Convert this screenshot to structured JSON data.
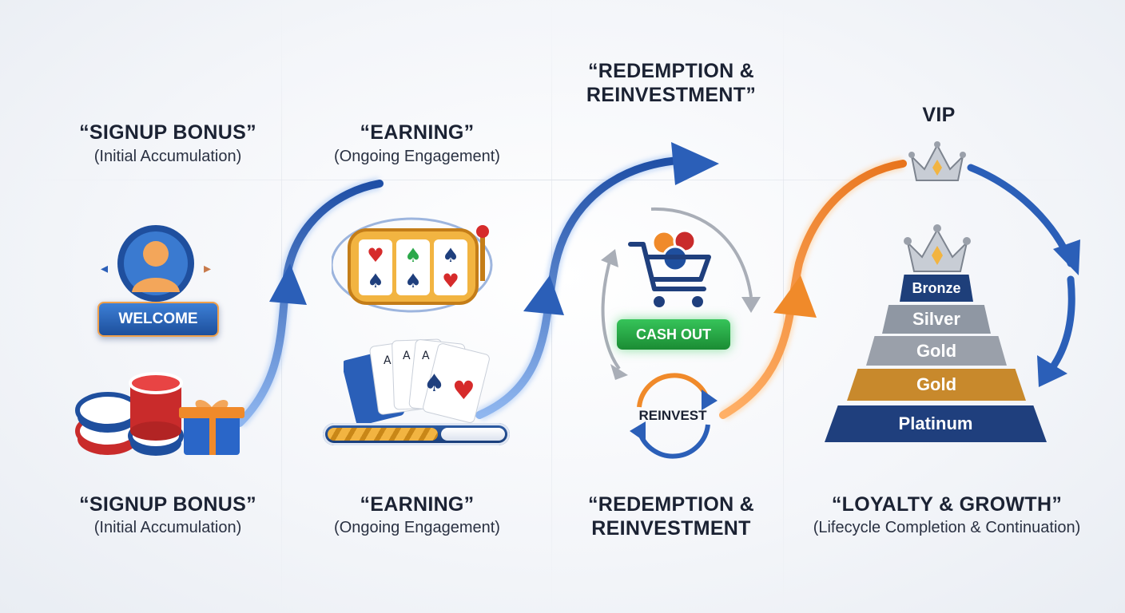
{
  "stages": [
    {
      "top_title": "“SIGNUP BONUS”",
      "top_sub": "(Initial Accumulation)",
      "bottom_title": "“SIGNUP BONUS”",
      "bottom_sub": "(Initial Accumulation)"
    },
    {
      "top_title": "“EARNING”",
      "top_sub": "(Ongoing Engagement)",
      "bottom_title": "“EARNING”",
      "bottom_sub": "(Ongoing Engagement)"
    },
    {
      "top_title_1": "“REDEMPTION &",
      "top_title_2": "REINVESTMENT”",
      "bottom_title_1": "“REDEMPTION &",
      "bottom_title_2": "REINVESTMENT"
    },
    {
      "top_title": "VIP",
      "bottom_title": "“LOYALTY & GROWTH”",
      "bottom_sub": "(Lifecycle Completion & Continuation)"
    }
  ],
  "buttons": {
    "welcome": "WELCOME",
    "cash_out": "CASH OUT",
    "reinvest": "REINVEST"
  },
  "tiers": [
    {
      "label": "Bronze",
      "color": "#1e3f7a"
    },
    {
      "label": "Silver",
      "color": "#8f97a3"
    },
    {
      "label": "Gold",
      "color": "#9aa0aa"
    },
    {
      "label": "Gold",
      "color": "#c8892c"
    },
    {
      "label": "Platinum",
      "color": "#1f3f7d"
    }
  ],
  "progress": {
    "fraction": 0.62
  },
  "colors": {
    "blue_arrow": "#2b5fb8",
    "orange_arrow": "#f08a2a",
    "green": "#2bb24c",
    "gold": "#f2b441"
  },
  "icons": [
    "user-avatar-icon",
    "poker-chips-icon",
    "gift-box-icon",
    "slot-machine-icon",
    "playing-cards-icon",
    "shopping-cart-icon",
    "crown-icon"
  ]
}
